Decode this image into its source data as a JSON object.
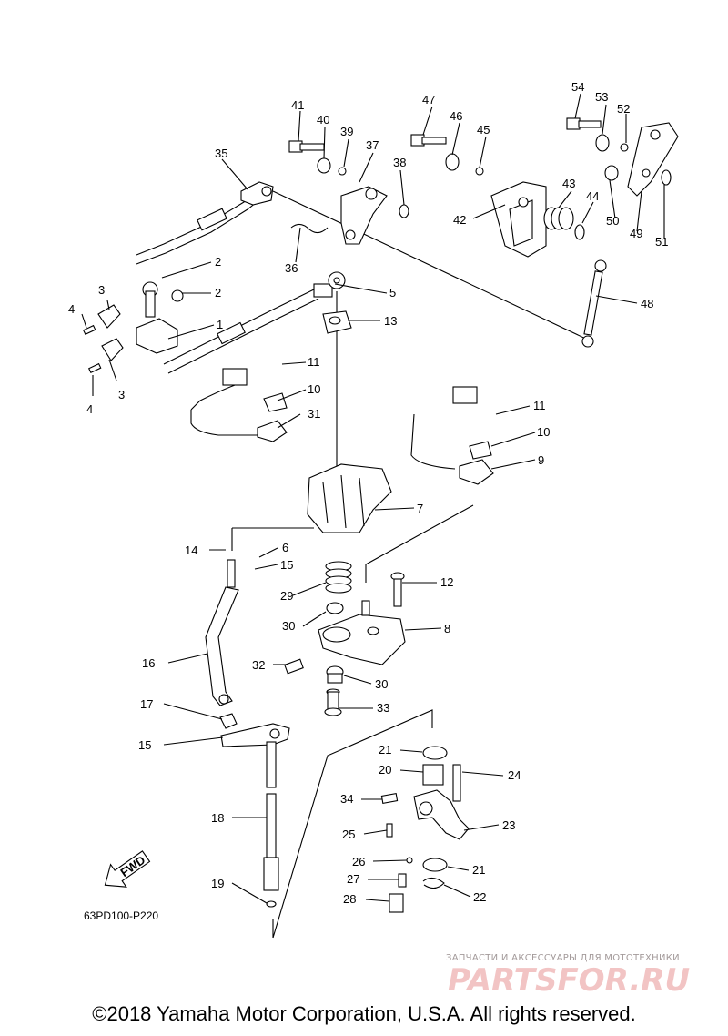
{
  "diagram": {
    "code": "63PD100-P220",
    "fwd_label": "FWD",
    "callouts": [
      "1",
      "2",
      "3",
      "4",
      "5",
      "6",
      "7",
      "8",
      "9",
      "10",
      "11",
      "12",
      "13",
      "14",
      "15",
      "16",
      "17",
      "18",
      "19",
      "20",
      "21",
      "22",
      "23",
      "24",
      "25",
      "26",
      "27",
      "28",
      "29",
      "30",
      "31",
      "32",
      "33",
      "34",
      "35",
      "36",
      "37",
      "38",
      "39",
      "40",
      "41",
      "42",
      "43",
      "44",
      "45",
      "46",
      "47",
      "48",
      "49",
      "50",
      "51",
      "52",
      "53",
      "54"
    ]
  },
  "watermark": {
    "tagline": "ЗАПЧАСТИ И АКСЕССУАРЫ ДЛЯ МОТОТЕХНИКИ",
    "logo": "PARTSFOR.RU"
  },
  "footer": {
    "copyright": "©2018 Yamaha Motor Corporation, U.S.A. All rights reserved."
  }
}
